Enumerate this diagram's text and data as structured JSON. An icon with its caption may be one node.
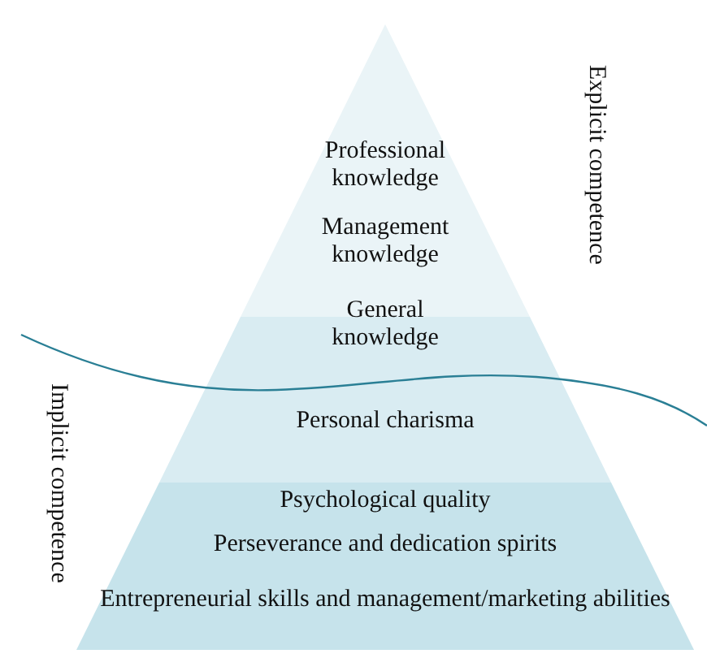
{
  "diagram": {
    "nodes": [
      {
        "text": [
          "Professional knowledge",
          "Management knowledge"
        ]
      },
      {
        "text": [
          "General knowledge",
          "Personal charisma"
        ]
      },
      {
        "text": [
          "Psychological quality",
          "Perseverance and dedication spirits",
          "Entrepreneurial skills and management/marketing abilities"
        ]
      }
    ],
    "labels": [
      "Explicit competence",
      "Implicit competence"
    ]
  }
}
